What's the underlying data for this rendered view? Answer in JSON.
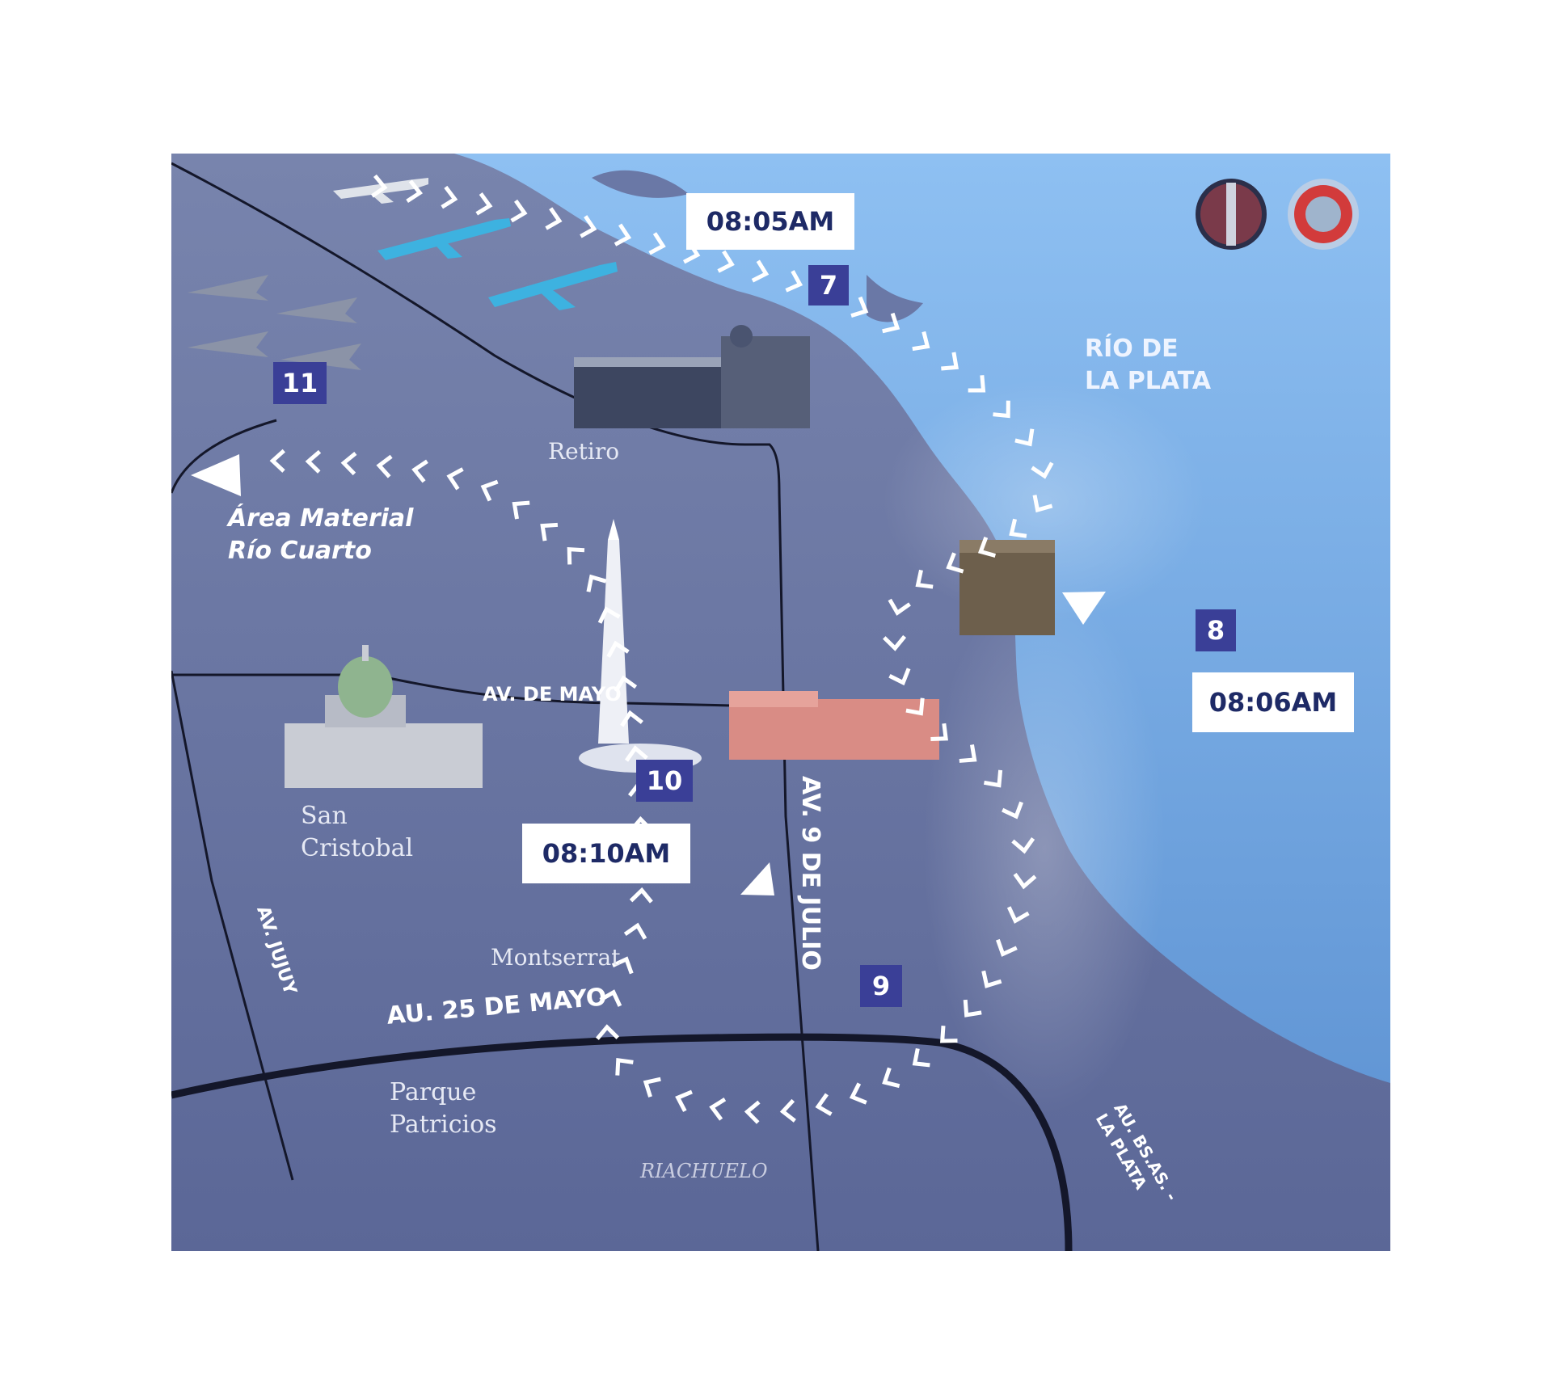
{
  "map": {
    "colors": {
      "land": "#6a78a6",
      "water": "#6fa4dd",
      "route": "#ffffff",
      "badge": "#3a3f97",
      "time_text": "#1e2a66"
    },
    "times": {
      "t7": "08:05AM",
      "t8": "08:06AM",
      "t10": "08:10AM"
    },
    "stops": {
      "s7": "7",
      "s8": "8",
      "s9": "9",
      "s10": "10",
      "s11": "11"
    },
    "water_label_line1": "RÍO DE",
    "water_label_line2": "LA PLATA",
    "destination_line1": "Área Material",
    "destination_line2": "Río Cuarto",
    "avenues": {
      "de_mayo": "AV. DE MAYO",
      "nueve_julio": "AV. 9 DE JULIO",
      "jujuy": "AV. JUJUY",
      "au25": "AU. 25 DE MAYO",
      "bsas_line1": "AU. BS.AS. -",
      "bsas_line2": "LA PLATA"
    },
    "neighborhoods": {
      "retiro": "Retiro",
      "san_cristobal_1": "San",
      "san_cristobal_2": "Cristobal",
      "montserrat": "Montserrat",
      "parque_1": "Parque",
      "parque_2": "Patricios",
      "riachuelo": "RIACHUELO"
    },
    "icons": [
      "airliner-icon",
      "fighter-jet-icon",
      "station-building-icon",
      "obelisk-icon",
      "congress-building-icon",
      "casa-rosada-icon",
      "office-building-icon",
      "emblem-icon",
      "direction-arrow-icon"
    ]
  }
}
